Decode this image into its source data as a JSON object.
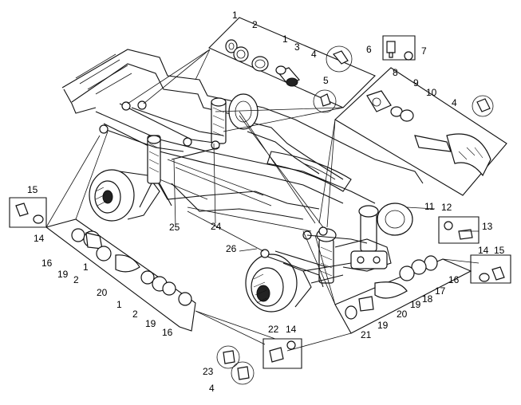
{
  "callouts": [
    {
      "id": "c1a",
      "text": "1"
    },
    {
      "id": "c2a",
      "text": "2"
    },
    {
      "id": "c1b",
      "text": "1"
    },
    {
      "id": "c3",
      "text": "3"
    },
    {
      "id": "c4a",
      "text": "4"
    },
    {
      "id": "c5",
      "text": "5"
    },
    {
      "id": "c6",
      "text": "6"
    },
    {
      "id": "c7",
      "text": "7"
    },
    {
      "id": "c8",
      "text": "8"
    },
    {
      "id": "c9",
      "text": "9"
    },
    {
      "id": "c10",
      "text": "10"
    },
    {
      "id": "c4b",
      "text": "4"
    },
    {
      "id": "c15a",
      "text": "15"
    },
    {
      "id": "c14a",
      "text": "14"
    },
    {
      "id": "c25",
      "text": "25"
    },
    {
      "id": "c24",
      "text": "24"
    },
    {
      "id": "c11",
      "text": "11"
    },
    {
      "id": "c12",
      "text": "12"
    },
    {
      "id": "c13",
      "text": "13"
    },
    {
      "id": "c26",
      "text": "26"
    },
    {
      "id": "c16a",
      "text": "16"
    },
    {
      "id": "c19a",
      "text": "19"
    },
    {
      "id": "c2b",
      "text": "2"
    },
    {
      "id": "c1c",
      "text": "1"
    },
    {
      "id": "c20a",
      "text": "20"
    },
    {
      "id": "c1d",
      "text": "1"
    },
    {
      "id": "c2c",
      "text": "2"
    },
    {
      "id": "c19b",
      "text": "19"
    },
    {
      "id": "c16b",
      "text": "16"
    },
    {
      "id": "c14b",
      "text": "14"
    },
    {
      "id": "c15b",
      "text": "15"
    },
    {
      "id": "c16c",
      "text": "16"
    },
    {
      "id": "c17",
      "text": "17"
    },
    {
      "id": "c18",
      "text": "18"
    },
    {
      "id": "c19c",
      "text": "19"
    },
    {
      "id": "c20b",
      "text": "20"
    },
    {
      "id": "c19d",
      "text": "19"
    },
    {
      "id": "c21",
      "text": "21"
    },
    {
      "id": "c22",
      "text": "22"
    },
    {
      "id": "c14c",
      "text": "14"
    },
    {
      "id": "c23",
      "text": "23"
    },
    {
      "id": "c4c",
      "text": "4"
    }
  ]
}
